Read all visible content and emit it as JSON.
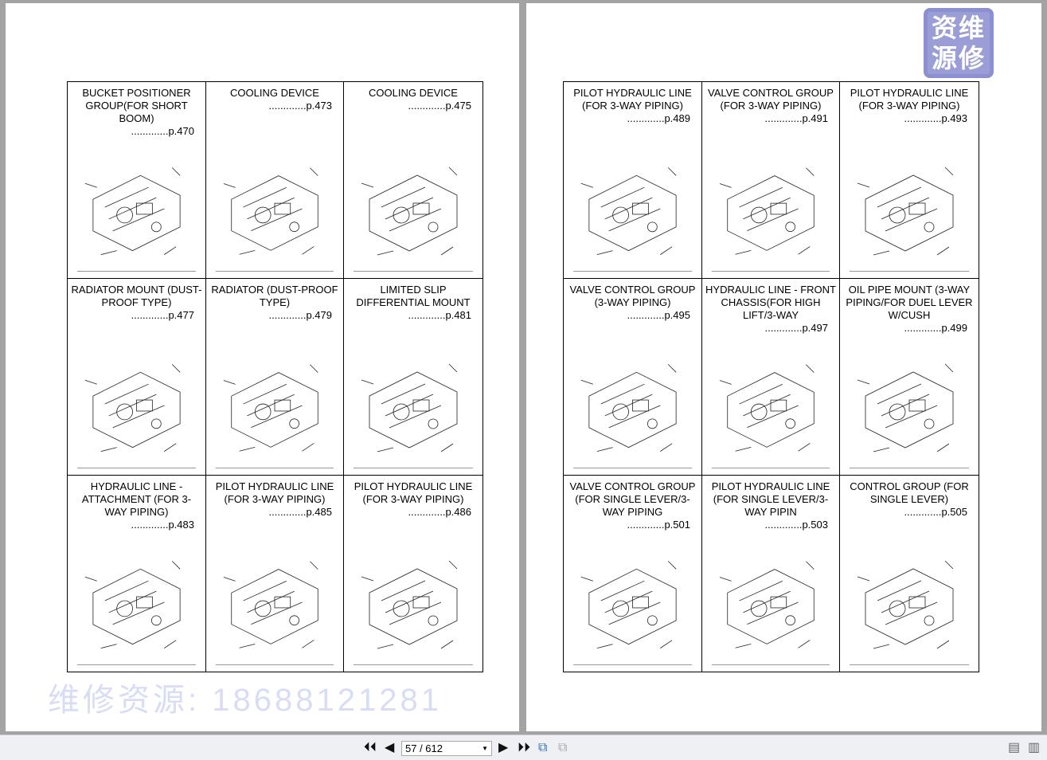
{
  "left_page": {
    "cells": [
      {
        "title": "BUCKET POSITIONER GROUP(FOR SHORT BOOM)",
        "page": ".............p.470"
      },
      {
        "title": "COOLING DEVICE",
        "page": ".............p.473"
      },
      {
        "title": "COOLING DEVICE",
        "page": ".............p.475"
      },
      {
        "title": "RADIATOR MOUNT (DUST-PROOF TYPE)",
        "page": ".............p.477"
      },
      {
        "title": "RADIATOR (DUST-PROOF TYPE)",
        "page": ".............p.479"
      },
      {
        "title": "LIMITED SLIP DIFFERENTIAL MOUNT",
        "page": ".............p.481"
      },
      {
        "title": "HYDRAULIC LINE - ATTACHMENT (FOR 3-WAY PIPING)",
        "page": ".............p.483"
      },
      {
        "title": "PILOT HYDRAULIC LINE (FOR 3-WAY PIPING)",
        "page": ".............p.485"
      },
      {
        "title": "PILOT HYDRAULIC LINE (FOR 3-WAY PIPING)",
        "page": ".............p.486"
      }
    ]
  },
  "right_page": {
    "cells": [
      {
        "title": "PILOT HYDRAULIC LINE (FOR 3-WAY PIPING)",
        "page": ".............p.489"
      },
      {
        "title": "VALVE CONTROL GROUP (FOR 3-WAY PIPING)",
        "page": ".............p.491"
      },
      {
        "title": "PILOT HYDRAULIC LINE (FOR 3-WAY PIPING)",
        "page": ".............p.493"
      },
      {
        "title": "VALVE CONTROL GROUP (3-WAY PIPING)",
        "page": ".............p.495"
      },
      {
        "title": "HYDRAULIC LINE - FRONT CHASSIS(FOR HIGH LIFT/3-WAY",
        "page": ".............p.497"
      },
      {
        "title": "OIL PIPE MOUNT (3-WAY PIPING/FOR DUEL LEVER W/CUSH",
        "page": ".............p.499"
      },
      {
        "title": "VALVE CONTROL GROUP (FOR SINGLE LEVER/3-WAY PIPING",
        "page": ".............p.501"
      },
      {
        "title": "PILOT HYDRAULIC LINE (FOR SINGLE LEVER/3-WAY PIPIN",
        "page": ".............p.503"
      },
      {
        "title": "CONTROL GROUP (FOR SINGLE LEVER)",
        "page": ".............p.505"
      }
    ]
  },
  "logo_text": "资维源修",
  "watermark": "维修资源: 18688121281",
  "toolbar": {
    "page_value": "57 / 612",
    "first": "⏮",
    "prev": "◀",
    "next": "▶",
    "last": "⏭"
  }
}
